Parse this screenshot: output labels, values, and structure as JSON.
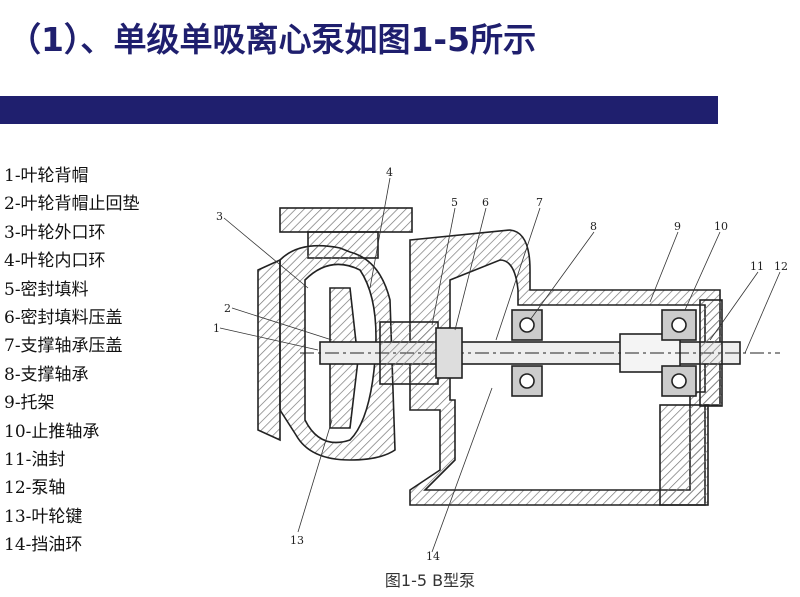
{
  "slide": {
    "title": "（1）、单级单吸离心泵如图1-5所示",
    "band_color": "#1f1f6e",
    "caption": "图1-5 B型泵"
  },
  "parts": [
    "1-叶轮背帽",
    "2-叶轮背帽止回垫",
    "3-叶轮外口环",
    "4-叶轮内口环",
    "5-密封填料",
    "6-密封填料压盖",
    "7-支撑轴承压盖",
    "8-支撑轴承",
    "9-托架",
    "10-止推轴承",
    "11-油封",
    "12-泵轴",
    "13-叶轮键",
    "14-挡油环"
  ],
  "callouts": [
    "1",
    "2",
    "3",
    "4",
    "5",
    "6",
    "7",
    "8",
    "9",
    "10",
    "11",
    "12",
    "13",
    "14"
  ]
}
